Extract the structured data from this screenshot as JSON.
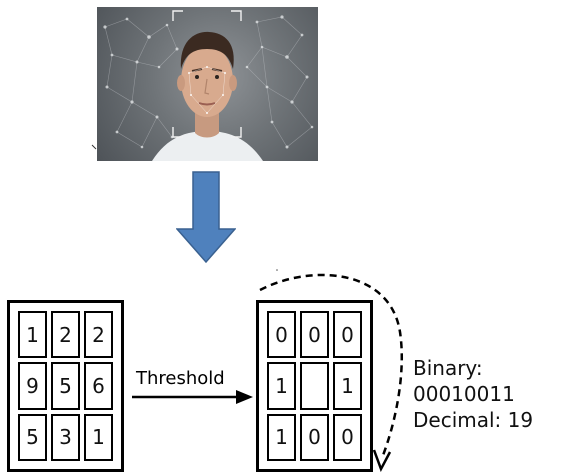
{
  "left_grid": {
    "cells": [
      "1",
      "2",
      "2",
      "9",
      "5",
      "6",
      "5",
      "3",
      "1"
    ]
  },
  "right_grid": {
    "cells": [
      "0",
      "0",
      "0",
      "1",
      "",
      "1",
      "1",
      "0",
      "0"
    ]
  },
  "threshold": {
    "label": "Threshold"
  },
  "result": {
    "binary": "Binary: 00010011",
    "decimal": "Decimal: 19"
  },
  "colors": {
    "arrow_blue": "#4f81bd",
    "arrow_outline": "#3a6190",
    "line": "#000000"
  }
}
